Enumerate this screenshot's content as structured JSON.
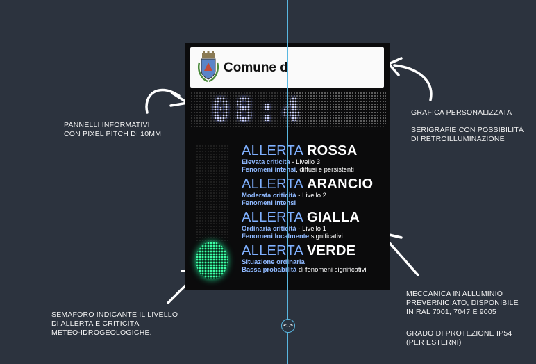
{
  "captions": {
    "pannelli": "PANNELLI INFORMATIVI\nCON PIXEL PITCH DI 10mm",
    "grafica": "GRAFICA PERSONALIZZATA",
    "serigrafie": "SERIGRAFIE CON POSSIBILITÀ\nDI RETROILLUMINAZIONE",
    "semaforo": "SEMAFORO INDICANTE IL LIVELLO\nDI ALLERTA E CRITICITÀ\nMETEO-IDROGEOLOGICHE.",
    "meccanica": "MECCANICA IN ALLUMINIO\nPREVERNICIATO, DISPONIBILE\nIN RAL 7001, 7047 E 9005",
    "grado": "GRADO DI PROTEZIONE IP54\n(PER ESTERNI)"
  },
  "panel": {
    "header_title": "Comune d",
    "clock": "08:4",
    "alerts": [
      {
        "w1": "ALLERTA",
        "w2": "ROSSA",
        "l1a": "Elevata criticità",
        "l1b": " - Livello 3",
        "l2a": "Fenomeni intensi",
        "l2b": ", diffusi e persistenti"
      },
      {
        "w1": "ALLERTA",
        "w2": "ARANCIO",
        "l1a": "Moderata criticità",
        "l1b": " - Livello 2",
        "l2a": "Fenomeni intensi",
        "l2b": ""
      },
      {
        "w1": "ALLERTA",
        "w2": "GIALLA",
        "l1a": "Ordinaria criticità",
        "l1b": " - Livello 1",
        "l2a": "Fenomeni localmente",
        "l2b": " significativi"
      },
      {
        "w1": "ALLERTA",
        "w2": "VERDE",
        "l1a": "Situazione ordinaria",
        "l1b": "",
        "l2a": "Bassa probabilità",
        "l2b": " di fenomeni significativi"
      }
    ],
    "active_level": "VERDE"
  },
  "compare_handle": "<>",
  "icons": [
    "coat-of-arms-icon",
    "curved-arrow-icon",
    "compare-handle-icon"
  ],
  "colors": {
    "background": "#2c333e",
    "panel": "#0b0b0c",
    "accent_line": "#59b7e0",
    "green_led": "#3dffa6",
    "blue_text": "#7fb0ff"
  }
}
